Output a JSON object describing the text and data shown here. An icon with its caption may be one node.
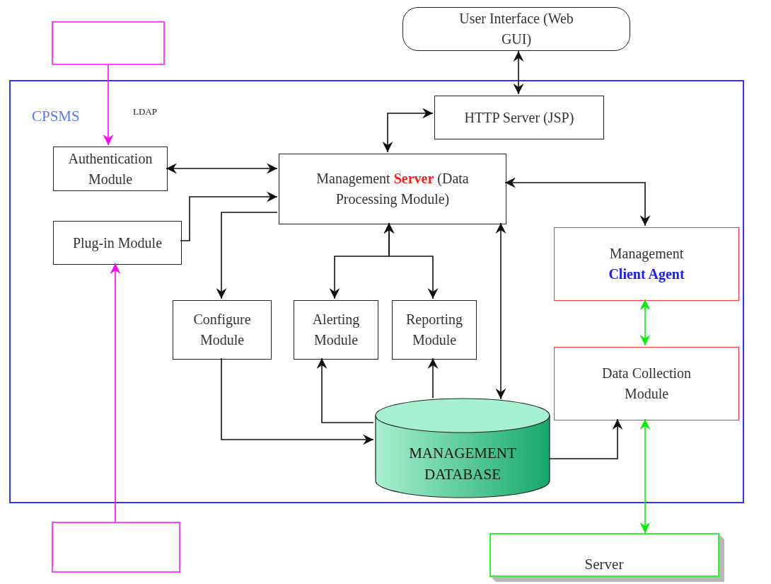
{
  "diagram": {
    "nodes": [
      {
        "text": [
          "CPSMS"
        ]
      },
      {
        "text": [],
        "shape": "box"
      },
      {
        "text": [
          "User Interface (Web GUI)"
        ]
      },
      {
        "text": [
          "HTTP Server (JSP)"
        ],
        "in": 0
      },
      {
        "text": [
          "Authentication Module"
        ],
        "in": 0
      },
      {
        "text": [
          "Management **Server** (Data Processing Module)"
        ],
        "in": 0
      },
      {
        "text": [
          "Plug-in Module"
        ],
        "in": 0
      },
      {
        "text": [
          "Management **Client Agent**"
        ],
        "in": 0
      },
      {
        "text": [
          "Configure Module"
        ],
        "in": 0
      },
      {
        "text": [
          "Alerting Module"
        ],
        "in": 0
      },
      {
        "text": [
          "Reporting Module"
        ],
        "in": 0
      },
      {
        "text": [
          "Data Collection Module"
        ],
        "in": 0
      },
      {
        "text": [
          "MANAGEMENT DATABASE"
        ],
        "in": 0
      },
      {
        "text": [],
        "shape": "box"
      },
      {
        "text": [
          "Server"
        ]
      }
    ],
    "edges": [
      {
        "from": 1,
        "to": 4,
        "arrow": "to",
        "color": "#ff00ff",
        "label": "LDAP"
      },
      {
        "from": 2,
        "to": 3,
        "arrow": "both"
      },
      {
        "from": 5,
        "to": 3,
        "arrow": "both"
      },
      {
        "from": 4,
        "to": 5,
        "arrow": "both"
      },
      {
        "from": 6,
        "to": 5,
        "arrow": "to"
      },
      {
        "from": 5,
        "to": 8,
        "arrow": "to"
      },
      {
        "from": 5,
        "to": 9,
        "arrow": "both"
      },
      {
        "from": 5,
        "to": 10,
        "arrow": "both"
      },
      {
        "from": 12,
        "to": 5,
        "arrow": "both"
      },
      {
        "from": 5,
        "to": 7,
        "arrow": "both"
      },
      {
        "from": 8,
        "to": 12,
        "arrow": "to"
      },
      {
        "from": 12,
        "to": 9,
        "arrow": "to"
      },
      {
        "from": 12,
        "to": 10,
        "arrow": "to"
      },
      {
        "from": 12,
        "to": 11,
        "arrow": "to"
      },
      {
        "from": 7,
        "to": 11,
        "arrow": "both",
        "color": "#00ee00"
      },
      {
        "from": 11,
        "to": 14,
        "arrow": "both",
        "color": "#00ee00"
      },
      {
        "from": 13,
        "to": 6,
        "arrow": "to",
        "color": "#ff00ff"
      }
    ]
  }
}
